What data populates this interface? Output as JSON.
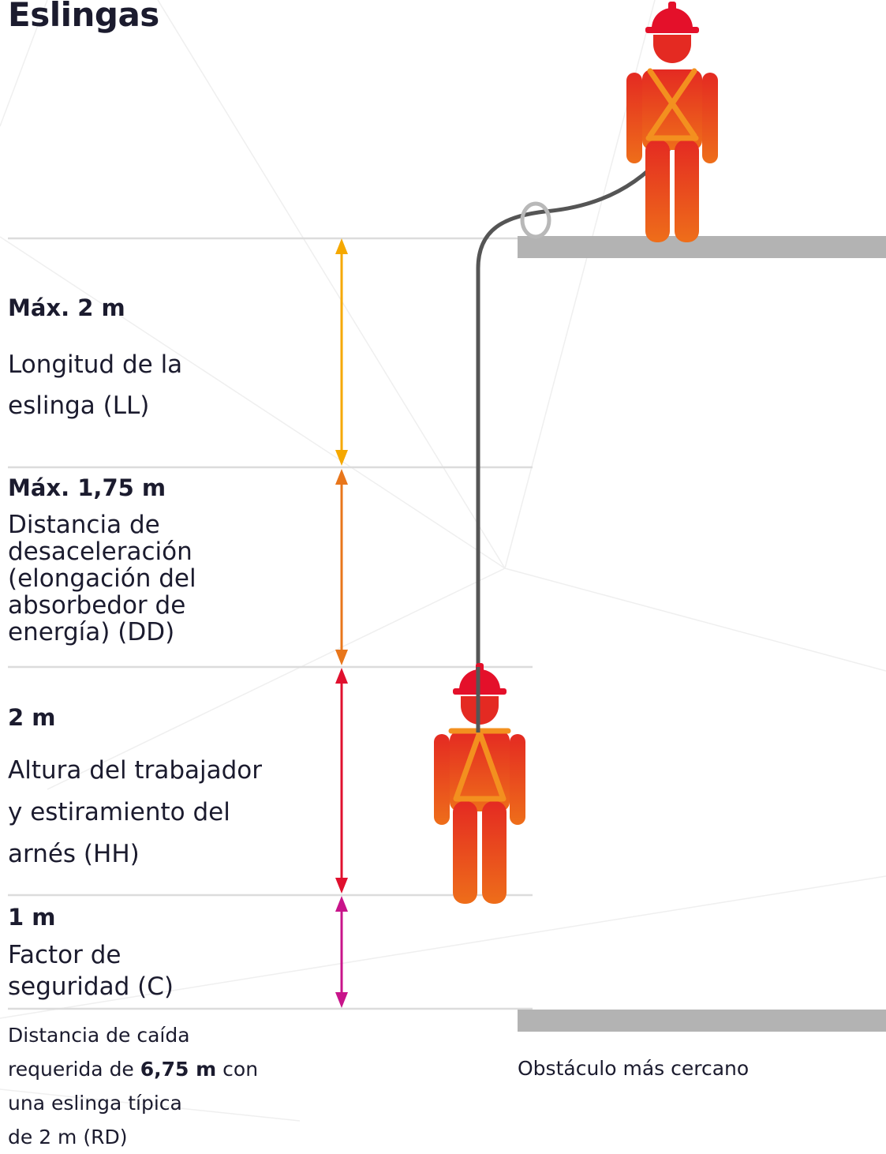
{
  "title": "Eslingas",
  "segments": [
    {
      "value": "Máx. 2 m",
      "desc": [
        "Longitud de la",
        "eslinga (LL)"
      ],
      "color": "#F5A800"
    },
    {
      "value": "Máx. 1,75 m",
      "desc": [
        "Distancia de",
        "desaceleración",
        "(elongación del",
        "absorbedor de",
        "energía) (DD)"
      ],
      "color": "#E8761B"
    },
    {
      "value": "2 m",
      "desc": [
        "Altura del trabajador",
        "y estiramiento del",
        "arnés (HH)"
      ],
      "color": "#E0102E"
    },
    {
      "value": "1 m",
      "desc": [
        "Factor de",
        "seguridad (C)"
      ],
      "color": "#C8148A"
    }
  ],
  "footer": {
    "line1": "Distancia de caída",
    "line2_pre": "requerida de ",
    "line2_bold": "6,75 m",
    "line2_post": " con",
    "line3": "una eslinga típica",
    "line4": "de 2 m (RD)"
  },
  "obstacle_label": "Obstáculo más cercano",
  "colors": {
    "helmet": "#E4102A",
    "body_top": "#E42A22",
    "body_bottom": "#EE6E1A",
    "harness": "#F3901F",
    "lanyard": "#555555",
    "platform": "#B3B3B3",
    "divider": "#DCDCDC"
  },
  "icons": [
    "worker-icon",
    "anchor-ring-icon",
    "double-arrow-icon"
  ]
}
